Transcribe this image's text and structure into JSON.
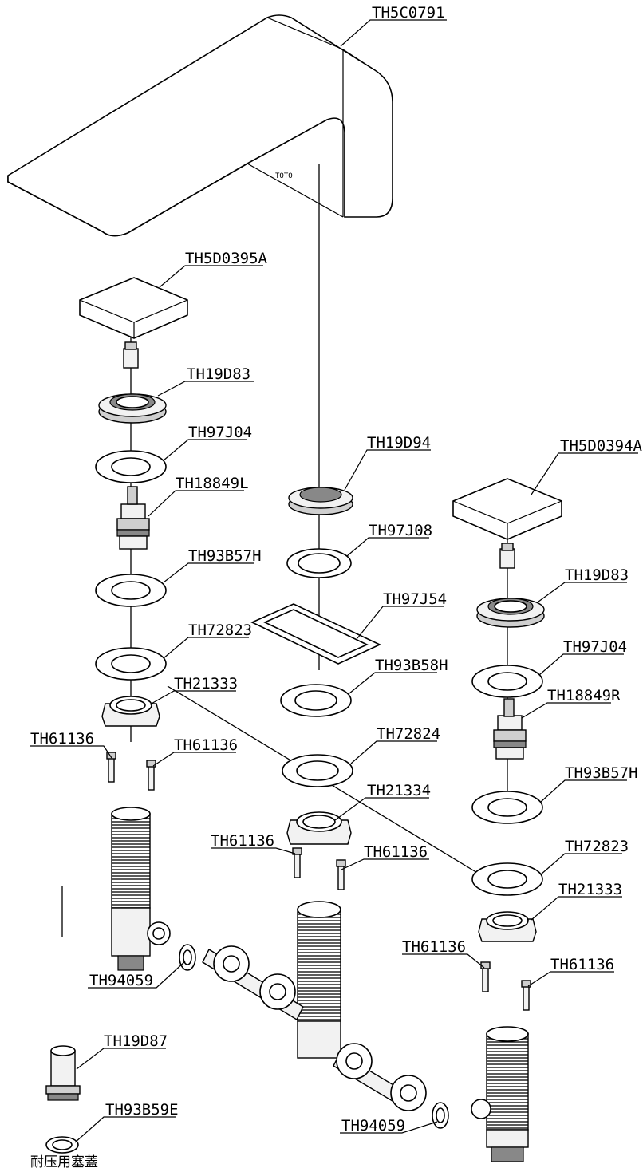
{
  "parts": {
    "spout": "TH5C0791",
    "handle_left": "TH5D0395A",
    "nut_left": "TH19D83",
    "washer_left_1": "TH97J04",
    "cartridge_left": "TH18849L",
    "washer_left_2": "TH93B57H",
    "washer_left_3": "TH72823",
    "flange_left": "TH21333",
    "screw_left_a": "TH61136",
    "screw_left_b": "TH61136",
    "nut_center": "TH19D94",
    "washer_center_1": "TH97J08",
    "gasket_center": "TH97J54",
    "washer_center_2": "TH93B58H",
    "washer_center_3": "TH72824",
    "flange_center": "TH21334",
    "screw_center_a": "TH61136",
    "screw_center_b": "TH61136",
    "handle_right": "TH5D0394A",
    "nut_right": "TH19D83",
    "washer_right_1": "TH97J04",
    "cartridge_right": "TH18849R",
    "washer_right_2": "TH93B57H",
    "washer_right_3": "TH72823",
    "flange_right": "TH21333",
    "screw_right_a": "TH61136",
    "screw_right_b": "TH61136",
    "seal_left": "TH94059",
    "seal_right": "TH94059",
    "plug": "TH19D87",
    "plug_washer": "TH93B59E"
  },
  "caption": "耐压用塞蓋",
  "brand_mark": "TOTO"
}
